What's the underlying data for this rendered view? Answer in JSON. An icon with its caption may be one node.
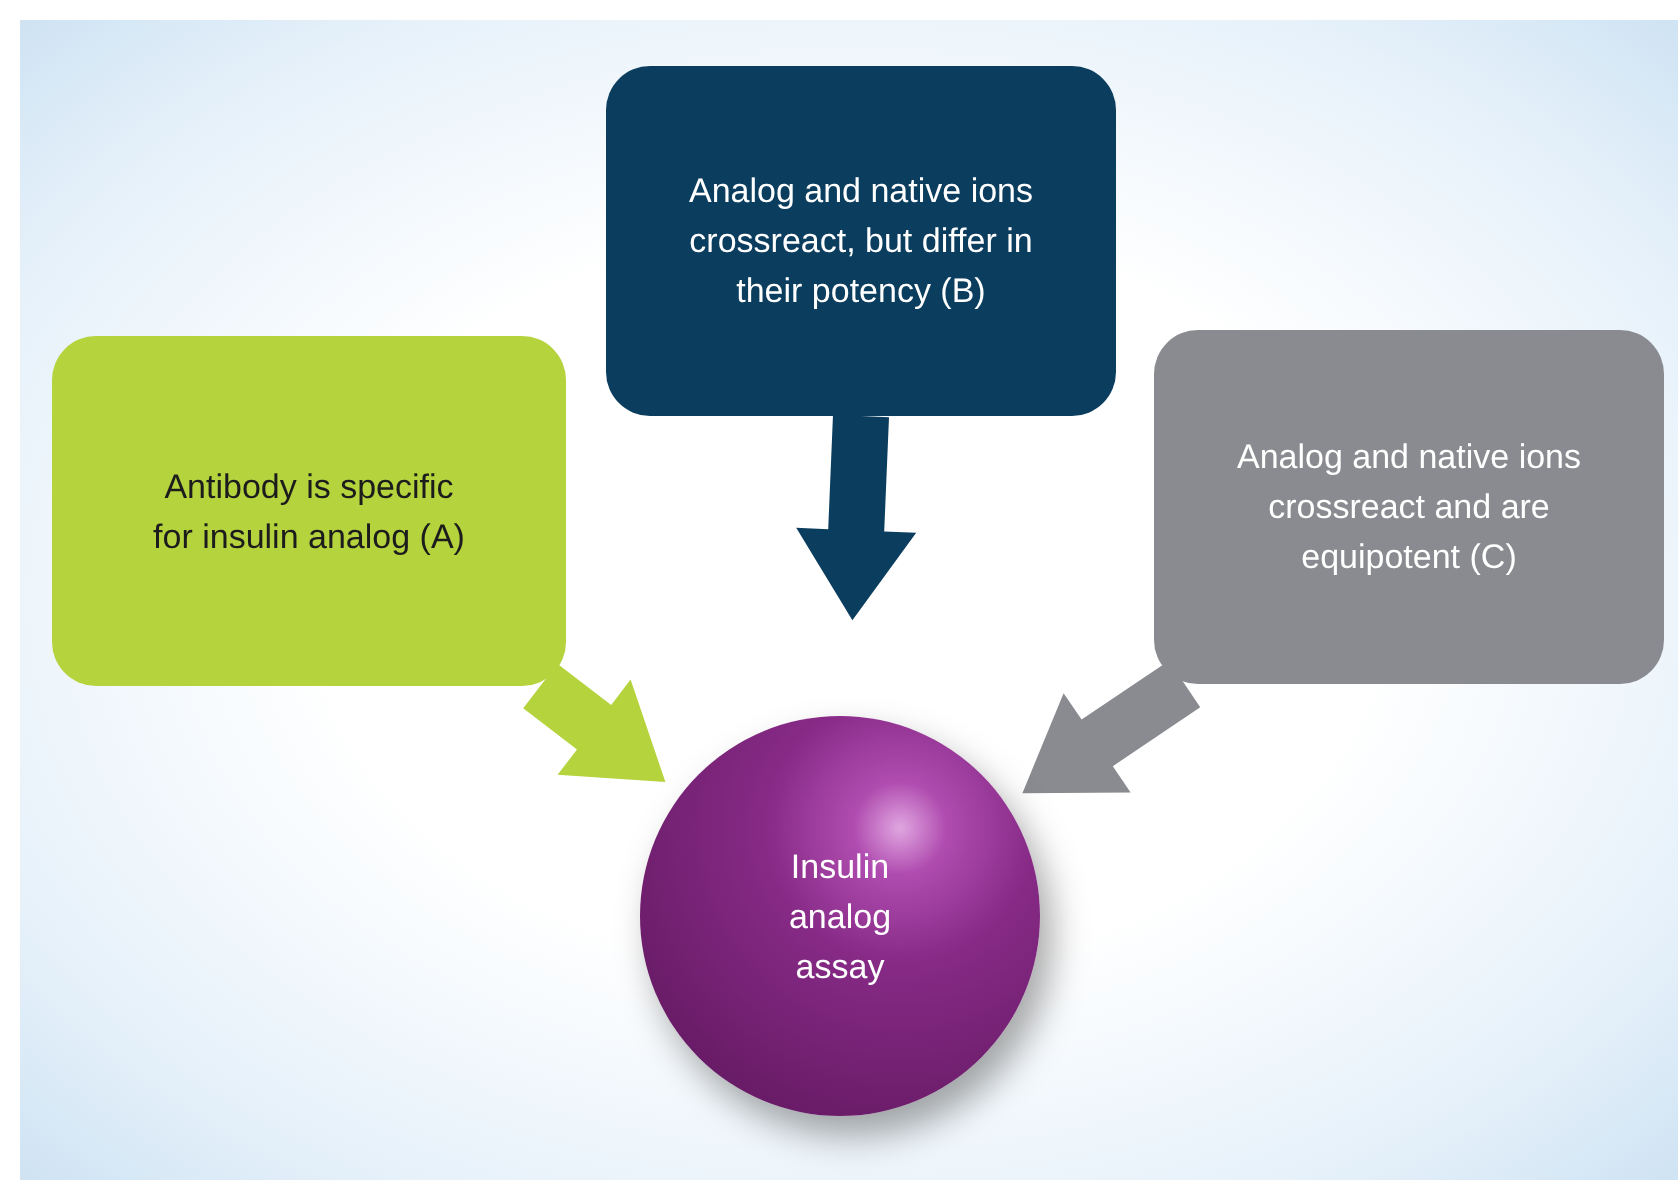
{
  "diagram": {
    "nodes": [
      {
        "text": [
          "Antibody is specific for insulin analog (A)"
        ]
      },
      {
        "text": [
          "Analog and native ions crossreact, but differ in their potency (B)"
        ]
      },
      {
        "text": [
          "Analog and native ions crossreact and are equipotent (C)"
        ]
      },
      {
        "text": [
          "Insulin analog assay"
        ]
      }
    ],
    "edges": [
      {
        "from": 0,
        "to": 3,
        "arrow": "to",
        "style": "thick",
        "color": "#b5d33d"
      },
      {
        "from": 1,
        "to": 3,
        "arrow": "to",
        "style": "thick",
        "color": "#0b3d5e"
      },
      {
        "from": 2,
        "to": 3,
        "arrow": "to",
        "style": "thick",
        "color": "#8a8b90"
      }
    ]
  }
}
